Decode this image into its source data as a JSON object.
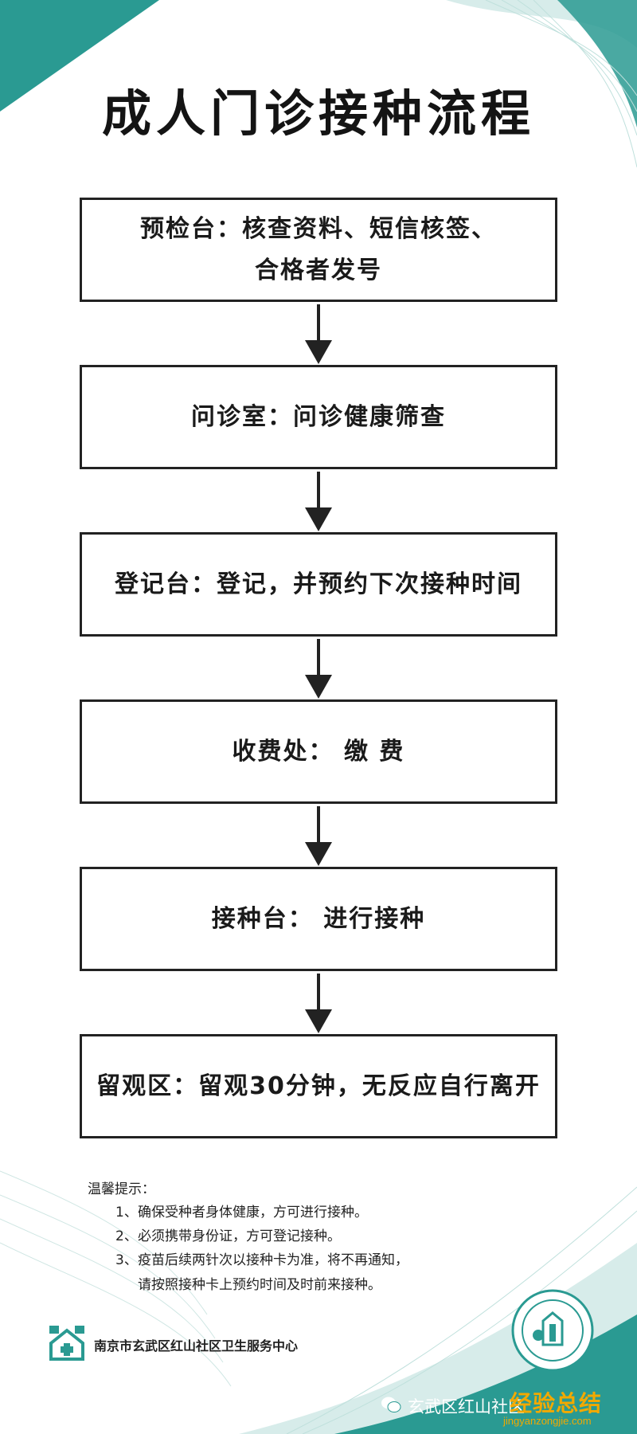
{
  "title": "成人门诊接种流程",
  "steps": [
    {
      "line1": "预检台：核查资料、短信核签、",
      "line2": "合格者发号"
    },
    {
      "line1": "问诊室：问诊健康筛查",
      "line2": ""
    },
    {
      "line1": "登记台：登记，并预约下次接种时间",
      "line2": ""
    },
    {
      "line1": "收费处： 缴 费",
      "line2": ""
    },
    {
      "line1": "接种台： 进行接种",
      "line2": ""
    },
    {
      "line1": "留观区：留观30分钟，无反应自行离开",
      "line2": ""
    }
  ],
  "tips": {
    "heading": "温馨提示：",
    "items": [
      {
        "num": "1、",
        "text": "确保受种者身体健康，方可进行接种。"
      },
      {
        "num": "2、",
        "text": "必须携带身份证，方可登记接种。"
      },
      {
        "num": "3、",
        "text": "疫苗后续两针次以接种卡为准，将不再通知，",
        "cont": "请按照接种卡上预约时间及时前来接种。"
      }
    ]
  },
  "footer": {
    "org_name": "南京市玄武区红山社区卫生服务中心",
    "logo_icon": "health-center-logo-icon",
    "badge_icon": "epi-seal-icon"
  },
  "watermark": {
    "account": "玄武区红山社区",
    "brand": "经验总结",
    "url": "jingyanzongjie.com"
  },
  "colors": {
    "teal": "#2a9a92",
    "light_teal": "#d7ecea",
    "border": "#222222",
    "watermark": "#f2a900"
  }
}
